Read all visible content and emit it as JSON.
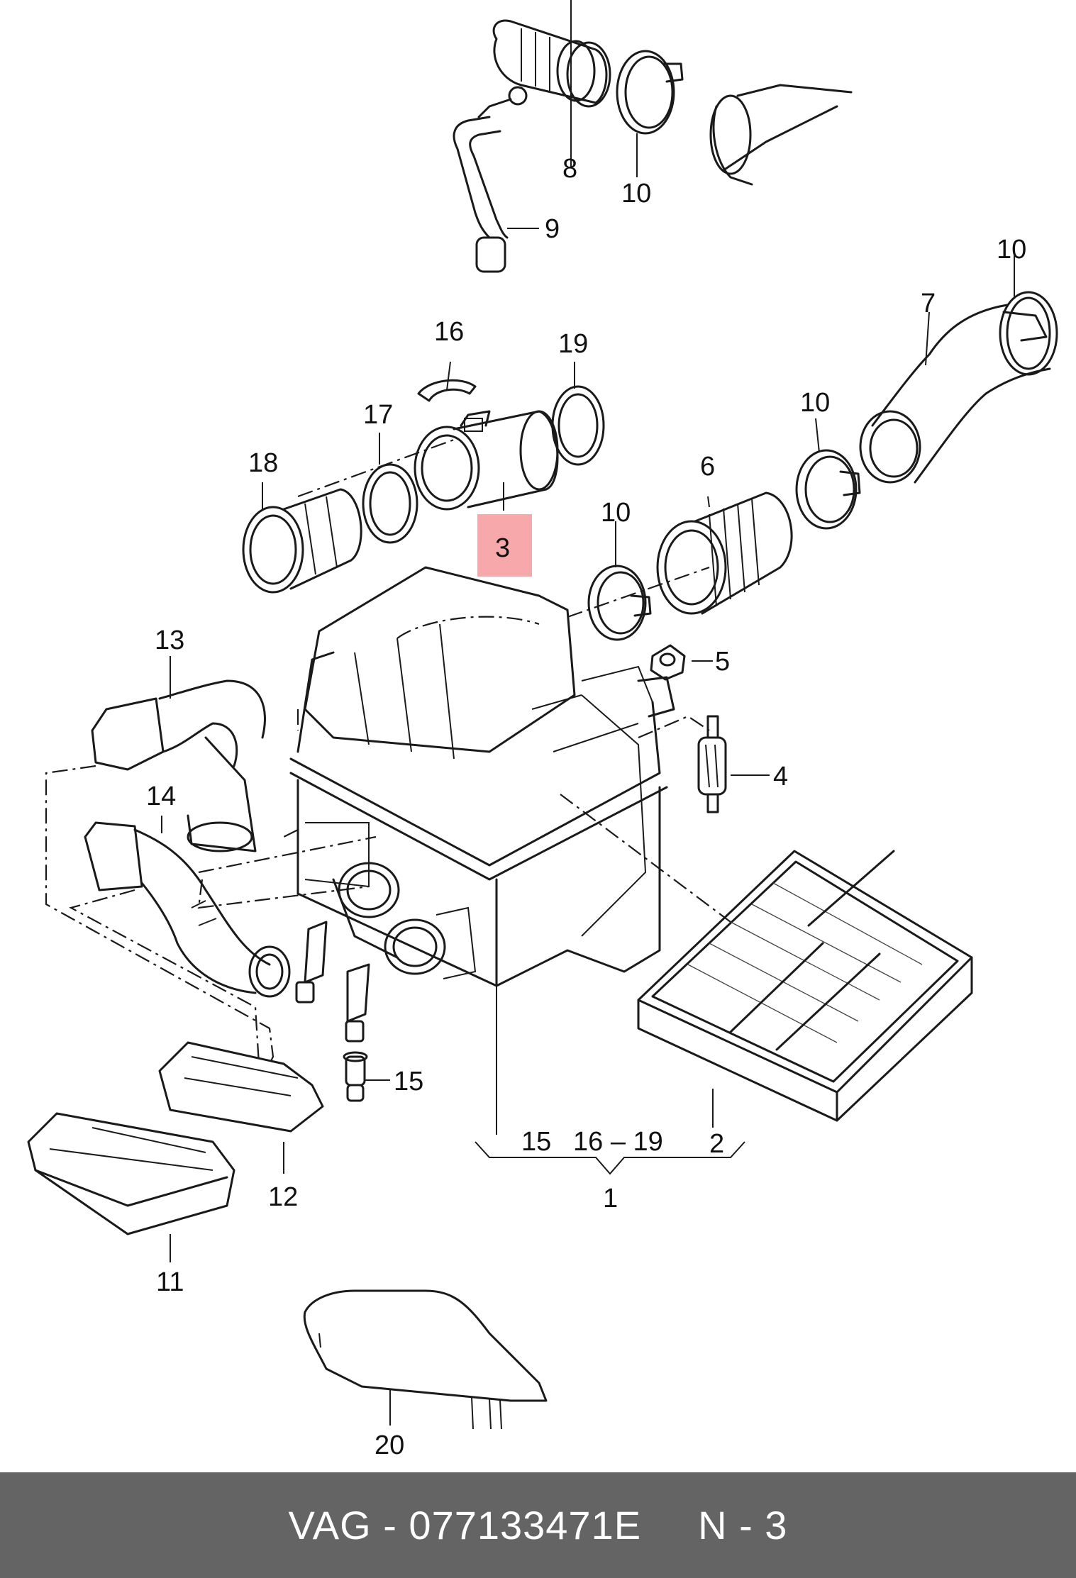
{
  "diagram": {
    "callouts": {
      "c1": "1",
      "c2": "2",
      "c3": "3",
      "c4": "4",
      "c5": "5",
      "c6": "6",
      "c7": "7",
      "c8": "8",
      "c9": "9",
      "c10a": "10",
      "c10b": "10",
      "c10c": "10",
      "c10d": "10",
      "c11": "11",
      "c12": "12",
      "c13": "13",
      "c14": "14",
      "c15a": "15",
      "c15b": "15",
      "c16": "16",
      "c16_19": "16 – 19",
      "c17": "17",
      "c18": "18",
      "c19": "19",
      "c20": "20"
    },
    "highlight_color": "#f7a8aa"
  },
  "footer": {
    "part_label": "VAG - 077133471E",
    "ref_label": "N - 3",
    "background": "#646464"
  }
}
